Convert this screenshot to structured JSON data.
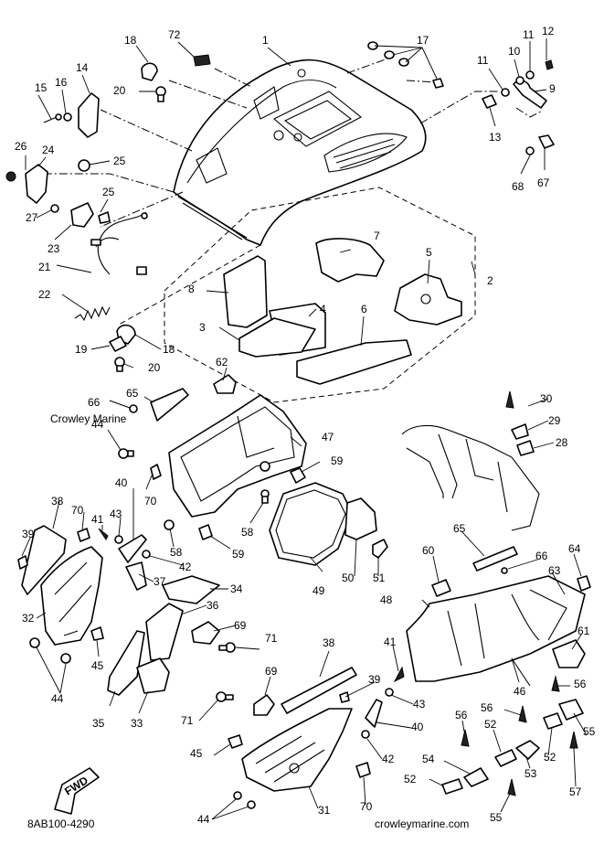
{
  "watermark": "Crowley Marine",
  "website": "crowleymarine.com",
  "drawing_code": "8AB100-4290",
  "fwd_label": "FWD",
  "callouts": [
    {
      "id": "c1",
      "label": "1"
    },
    {
      "id": "c2",
      "label": "2"
    },
    {
      "id": "c3",
      "label": "3"
    },
    {
      "id": "c4",
      "label": "4"
    },
    {
      "id": "c5",
      "label": "5"
    },
    {
      "id": "c6",
      "label": "6"
    },
    {
      "id": "c7",
      "label": "7"
    },
    {
      "id": "c8",
      "label": "8"
    },
    {
      "id": "c9",
      "label": "9"
    },
    {
      "id": "c10",
      "label": "10"
    },
    {
      "id": "c11a",
      "label": "11"
    },
    {
      "id": "c11b",
      "label": "11"
    },
    {
      "id": "c12",
      "label": "12"
    },
    {
      "id": "c13",
      "label": "13"
    },
    {
      "id": "c14",
      "label": "14"
    },
    {
      "id": "c15",
      "label": "15"
    },
    {
      "id": "c16",
      "label": "16"
    },
    {
      "id": "c17",
      "label": "17"
    },
    {
      "id": "c18a",
      "label": "18"
    },
    {
      "id": "c18b",
      "label": "18"
    },
    {
      "id": "c19",
      "label": "19"
    },
    {
      "id": "c20a",
      "label": "20"
    },
    {
      "id": "c20b",
      "label": "20"
    },
    {
      "id": "c21",
      "label": "21"
    },
    {
      "id": "c22",
      "label": "22"
    },
    {
      "id": "c23",
      "label": "23"
    },
    {
      "id": "c24",
      "label": "24"
    },
    {
      "id": "c25a",
      "label": "25"
    },
    {
      "id": "c25b",
      "label": "25"
    },
    {
      "id": "c26",
      "label": "26"
    },
    {
      "id": "c27",
      "label": "27"
    },
    {
      "id": "c28",
      "label": "28"
    },
    {
      "id": "c29",
      "label": "29"
    },
    {
      "id": "c30",
      "label": "30"
    },
    {
      "id": "c31",
      "label": "31"
    },
    {
      "id": "c32",
      "label": "32"
    },
    {
      "id": "c33",
      "label": "33"
    },
    {
      "id": "c34",
      "label": "34"
    },
    {
      "id": "c35",
      "label": "35"
    },
    {
      "id": "c36",
      "label": "36"
    },
    {
      "id": "c37",
      "label": "37"
    },
    {
      "id": "c38a",
      "label": "38"
    },
    {
      "id": "c38b",
      "label": "38"
    },
    {
      "id": "c39a",
      "label": "39"
    },
    {
      "id": "c39b",
      "label": "39"
    },
    {
      "id": "c40a",
      "label": "40"
    },
    {
      "id": "c40b",
      "label": "40"
    },
    {
      "id": "c41a",
      "label": "41"
    },
    {
      "id": "c41b",
      "label": "41"
    },
    {
      "id": "c42a",
      "label": "42"
    },
    {
      "id": "c42b",
      "label": "42"
    },
    {
      "id": "c43a",
      "label": "43"
    },
    {
      "id": "c43b",
      "label": "43"
    },
    {
      "id": "c44a",
      "label": "44"
    },
    {
      "id": "c44b",
      "label": "44"
    },
    {
      "id": "c44c",
      "label": "44"
    },
    {
      "id": "c45a",
      "label": "45"
    },
    {
      "id": "c45b",
      "label": "45"
    },
    {
      "id": "c46",
      "label": "46"
    },
    {
      "id": "c47",
      "label": "47"
    },
    {
      "id": "c48",
      "label": "48"
    },
    {
      "id": "c49",
      "label": "49"
    },
    {
      "id": "c50",
      "label": "50"
    },
    {
      "id": "c51",
      "label": "51"
    },
    {
      "id": "c52a",
      "label": "52"
    },
    {
      "id": "c52b",
      "label": "52"
    },
    {
      "id": "c52c",
      "label": "52"
    },
    {
      "id": "c53",
      "label": "53"
    },
    {
      "id": "c54",
      "label": "54"
    },
    {
      "id": "c55a",
      "label": "55"
    },
    {
      "id": "c55b",
      "label": "55"
    },
    {
      "id": "c56a",
      "label": "56"
    },
    {
      "id": "c56b",
      "label": "56"
    },
    {
      "id": "c56c",
      "label": "56"
    },
    {
      "id": "c57",
      "label": "57"
    },
    {
      "id": "c58a",
      "label": "58"
    },
    {
      "id": "c58b",
      "label": "58"
    },
    {
      "id": "c59a",
      "label": "59"
    },
    {
      "id": "c59b",
      "label": "59"
    },
    {
      "id": "c60",
      "label": "60"
    },
    {
      "id": "c61",
      "label": "61"
    },
    {
      "id": "c62",
      "label": "62"
    },
    {
      "id": "c63",
      "label": "63"
    },
    {
      "id": "c64",
      "label": "64"
    },
    {
      "id": "c65a",
      "label": "65"
    },
    {
      "id": "c65b",
      "label": "65"
    },
    {
      "id": "c66a",
      "label": "66"
    },
    {
      "id": "c66b",
      "label": "66"
    },
    {
      "id": "c67",
      "label": "67"
    },
    {
      "id": "c68",
      "label": "68"
    },
    {
      "id": "c69a",
      "label": "69"
    },
    {
      "id": "c69b",
      "label": "69"
    },
    {
      "id": "c70a",
      "label": "70"
    },
    {
      "id": "c70b",
      "label": "70"
    },
    {
      "id": "c70c",
      "label": "70"
    },
    {
      "id": "c71a",
      "label": "71"
    },
    {
      "id": "c71b",
      "label": "71"
    },
    {
      "id": "c72",
      "label": "72"
    }
  ]
}
